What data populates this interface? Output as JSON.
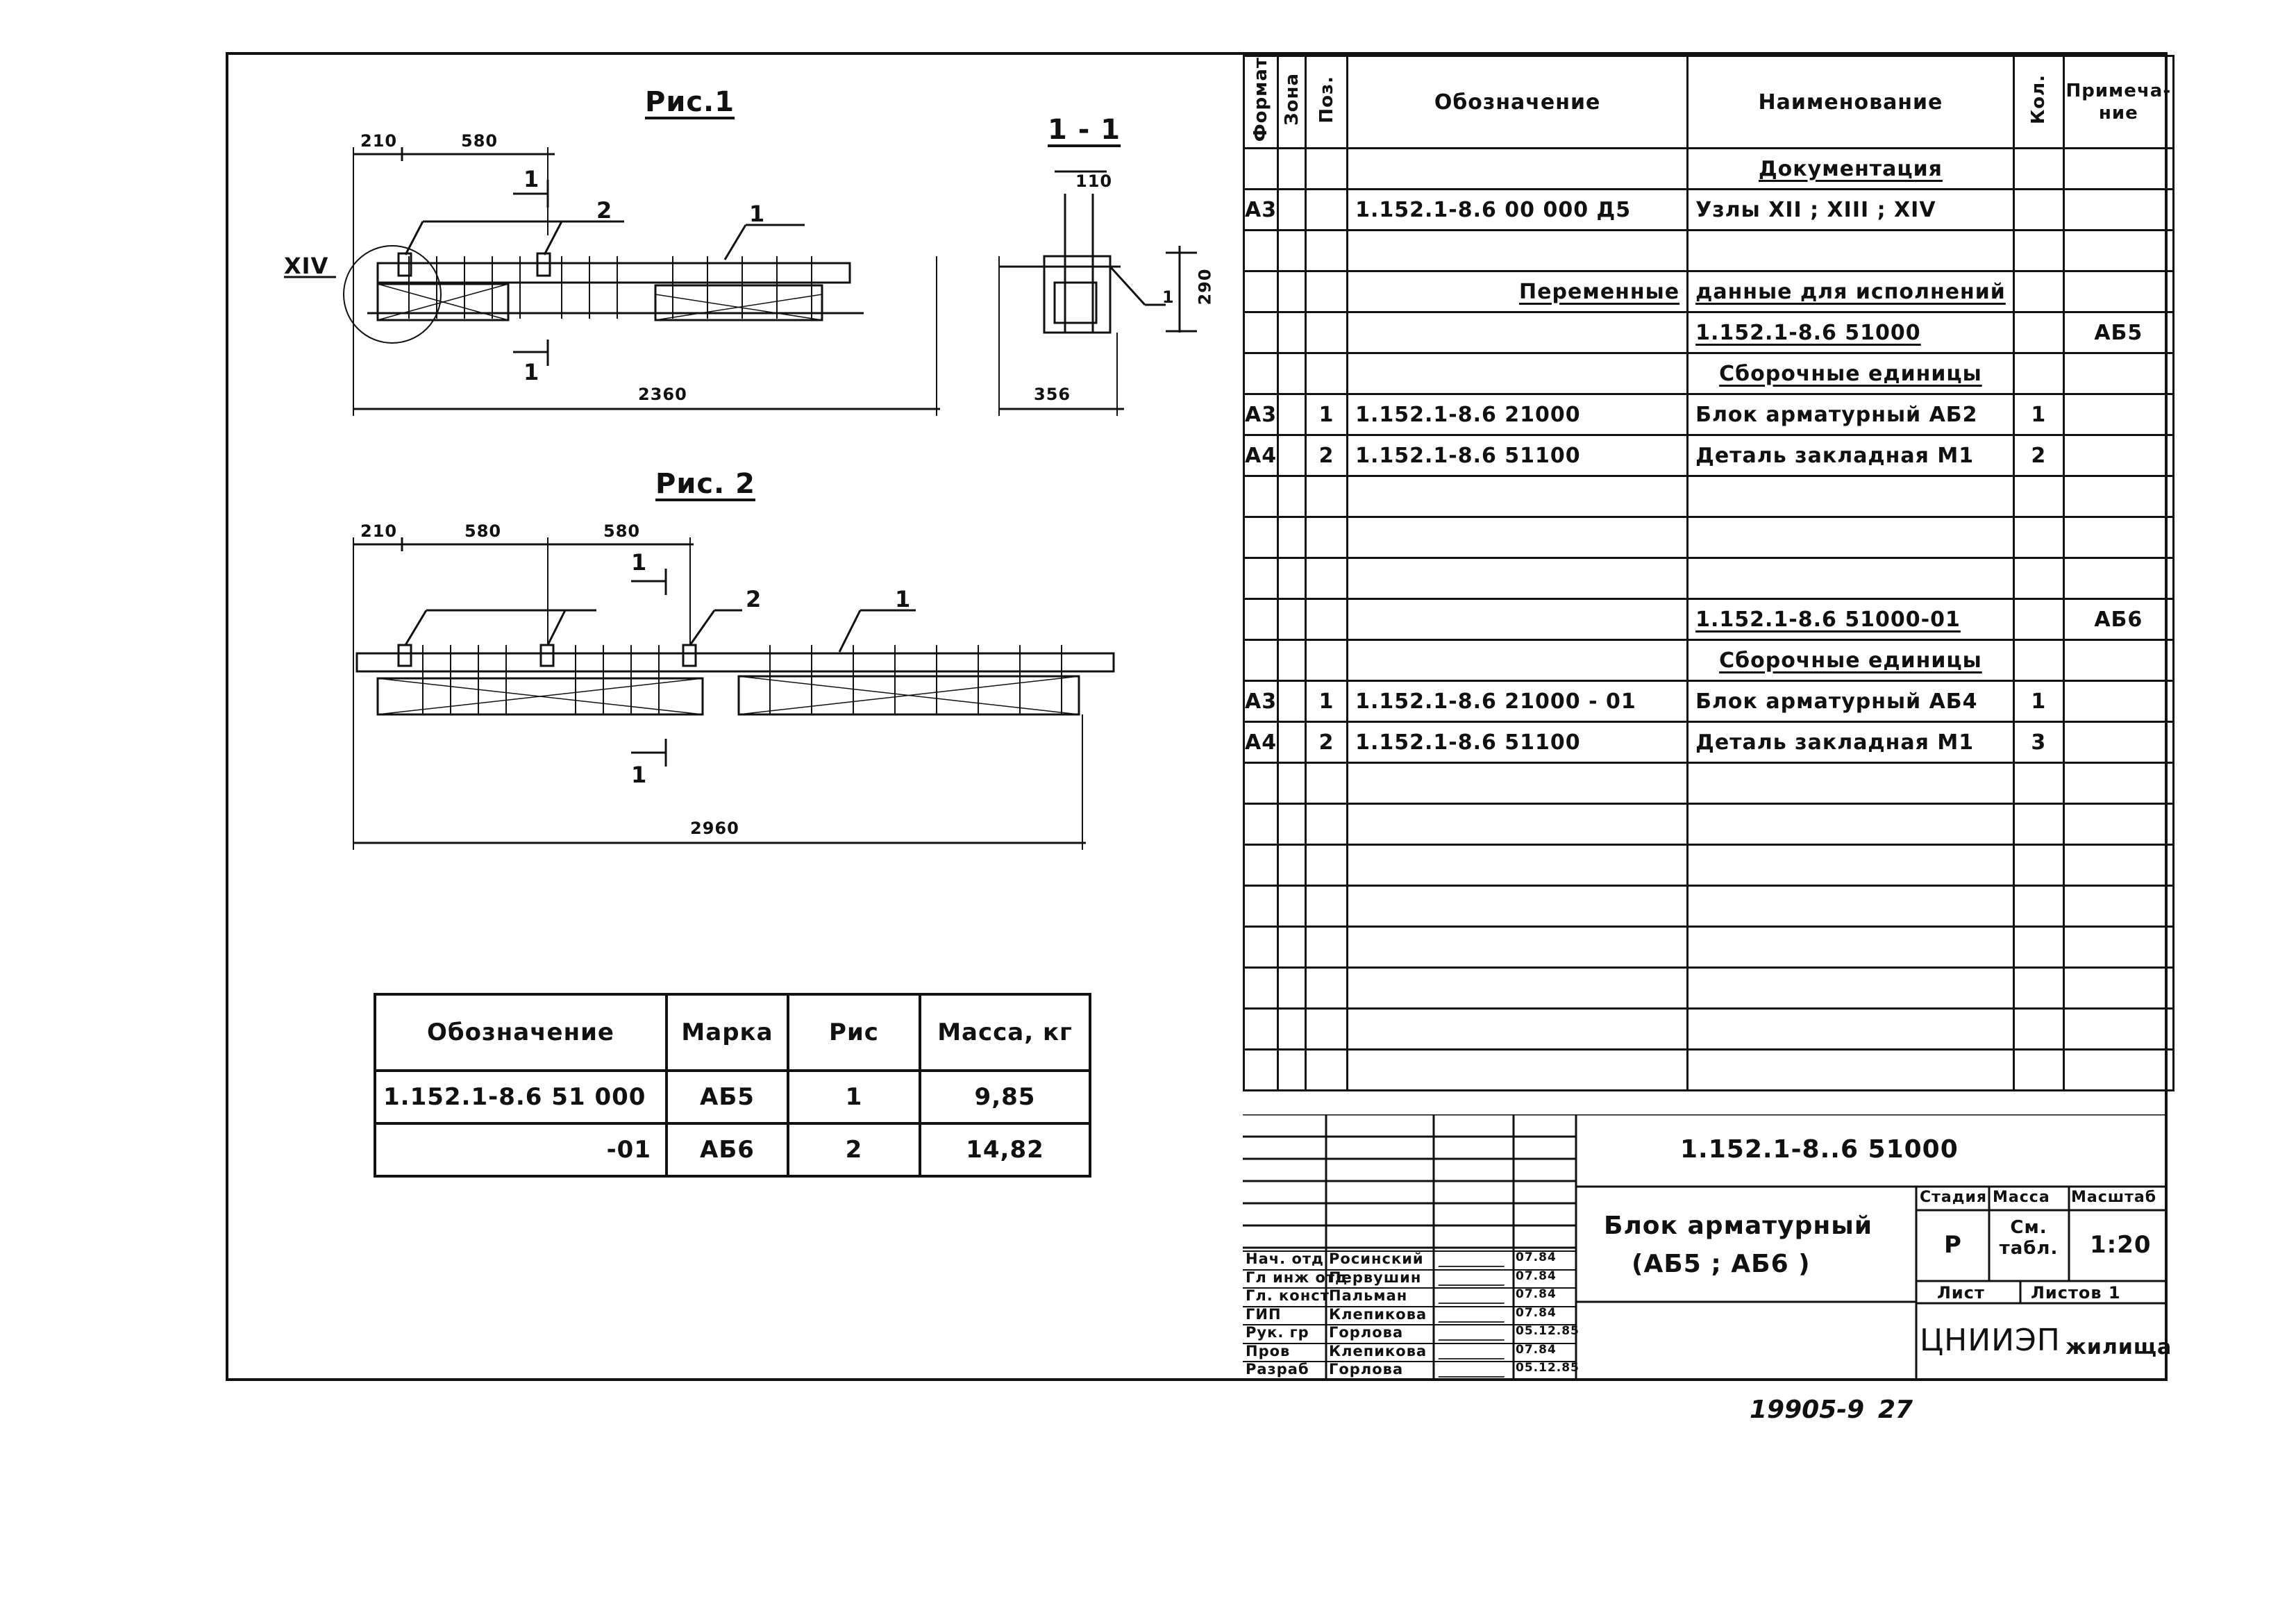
{
  "figures": {
    "fig1": {
      "title": "Рис.1",
      "dims": {
        "d210": "210",
        "d580": "580",
        "total": "2360"
      },
      "callouts": {
        "pos1": "1",
        "pos2": "2"
      },
      "section_mark": "1",
      "node_label": "XIV"
    },
    "section": {
      "title": "1 - 1",
      "dims": {
        "d110": "110",
        "d290": "290",
        "d356": "356"
      },
      "callout": "1"
    },
    "fig2": {
      "title": "Рис. 2",
      "dims": {
        "d210": "210",
        "d580a": "580",
        "d580b": "580",
        "total": "2960"
      },
      "callouts": {
        "pos1": "1",
        "pos2": "2"
      },
      "section_mark": "1"
    }
  },
  "mass_table": {
    "headers": [
      "Обозначение",
      "Марка",
      "Рис",
      "Масса, кг"
    ],
    "rows": [
      [
        "1.152.1-8.6  51 000",
        "АБ5",
        "1",
        "9,85"
      ],
      [
        "-01",
        "АБ6",
        "2",
        "14,82"
      ]
    ]
  },
  "spec": {
    "headers": {
      "format": "Формат",
      "zone": "Зона",
      "pos": "Поз.",
      "designation": "Обозначение",
      "name": "Наименование",
      "qty": "Кол.",
      "note": "Примеча-ние"
    },
    "rows": [
      {
        "format": "",
        "pos": "",
        "designation": "",
        "name": "Документация",
        "qty": "",
        "note": "",
        "style": "head"
      },
      {
        "format": "А3",
        "pos": "",
        "designation": "1.152.1-8.6  00 000 Д5",
        "name": "Узлы XII ; XIII ; XIV",
        "qty": "",
        "note": ""
      },
      {
        "format": "",
        "pos": "",
        "designation": "",
        "name": "",
        "qty": "",
        "note": ""
      },
      {
        "format": "",
        "pos": "",
        "designation": "Переменные",
        "name": "данные для исполнений",
        "qty": "",
        "note": "",
        "style": "split"
      },
      {
        "format": "",
        "pos": "",
        "designation": "",
        "name": "1.152.1-8.6   51000",
        "qty": "",
        "note": "АБ5",
        "style": "ulname"
      },
      {
        "format": "",
        "pos": "",
        "designation": "",
        "name": "Сборочные единицы",
        "qty": "",
        "note": "",
        "style": "head"
      },
      {
        "format": "А3",
        "pos": "1",
        "designation": "1.152.1-8.6  21000",
        "name": "Блок арматурный АБ2",
        "qty": "1",
        "note": ""
      },
      {
        "format": "А4",
        "pos": "2",
        "designation": "1.152.1-8.6  51100",
        "name": "Деталь закладная М1",
        "qty": "2",
        "note": ""
      },
      {
        "format": "",
        "pos": "",
        "designation": "",
        "name": "",
        "qty": "",
        "note": ""
      },
      {
        "format": "",
        "pos": "",
        "designation": "",
        "name": "",
        "qty": "",
        "note": ""
      },
      {
        "format": "",
        "pos": "",
        "designation": "",
        "name": "",
        "qty": "",
        "note": ""
      },
      {
        "format": "",
        "pos": "",
        "designation": "",
        "name": "1.152.1-8.6   51000-01",
        "qty": "",
        "note": "АБ6",
        "style": "ulname"
      },
      {
        "format": "",
        "pos": "",
        "designation": "",
        "name": "Сборочные единицы",
        "qty": "",
        "note": "",
        "style": "head"
      },
      {
        "format": "А3",
        "pos": "1",
        "designation": "1.152.1-8.6  21000 - 01",
        "name": "Блок арматурный АБ4",
        "qty": "1",
        "note": ""
      },
      {
        "format": "А4",
        "pos": "2",
        "designation": "1.152.1-8.6  51100",
        "name": "Деталь закладная М1",
        "qty": "3",
        "note": ""
      },
      {
        "format": "",
        "pos": "",
        "designation": "",
        "name": "",
        "qty": "",
        "note": ""
      },
      {
        "format": "",
        "pos": "",
        "designation": "",
        "name": "",
        "qty": "",
        "note": ""
      },
      {
        "format": "",
        "pos": "",
        "designation": "",
        "name": "",
        "qty": "",
        "note": ""
      },
      {
        "format": "",
        "pos": "",
        "designation": "",
        "name": "",
        "qty": "",
        "note": ""
      },
      {
        "format": "",
        "pos": "",
        "designation": "",
        "name": "",
        "qty": "",
        "note": ""
      },
      {
        "format": "",
        "pos": "",
        "designation": "",
        "name": "",
        "qty": "",
        "note": ""
      },
      {
        "format": "",
        "pos": "",
        "designation": "",
        "name": "",
        "qty": "",
        "note": ""
      },
      {
        "format": "",
        "pos": "",
        "designation": "",
        "name": "",
        "qty": "",
        "note": ""
      }
    ]
  },
  "title_block": {
    "doc_code": "1.152.1-8..6   51000",
    "title_line1": "Блок арматурный",
    "title_line2": "(АБ5 ; АБ6 )",
    "stage_label": "Стадия",
    "mass_label": "Масса",
    "scale_label": "Масштаб",
    "stage": "Р",
    "mass": "См. табл.",
    "scale": "1:20",
    "sheet_label": "Лист",
    "sheets_label": "Листов 1",
    "org": "ЦНИИЭП",
    "org_suffix": "жилища",
    "signatures": [
      {
        "role": "Нач. отд",
        "name": "Росинский",
        "date": "07.84"
      },
      {
        "role": "Гл инж отд",
        "name": "Первушин",
        "date": "07.84"
      },
      {
        "role": "Гл. конст",
        "name": "Пальман",
        "date": "07.84"
      },
      {
        "role": "ГИП",
        "name": "Клепикова",
        "date": "07.84"
      },
      {
        "role": "Рук. гр",
        "name": "Горлова",
        "date": "05.12.85"
      },
      {
        "role": "Пров",
        "name": "Клепикова",
        "date": "07.84"
      },
      {
        "role": "Разраб",
        "name": "Горлова",
        "date": "05.12.85"
      }
    ]
  },
  "footer": {
    "inv": "19905-9",
    "sheet": "27"
  }
}
